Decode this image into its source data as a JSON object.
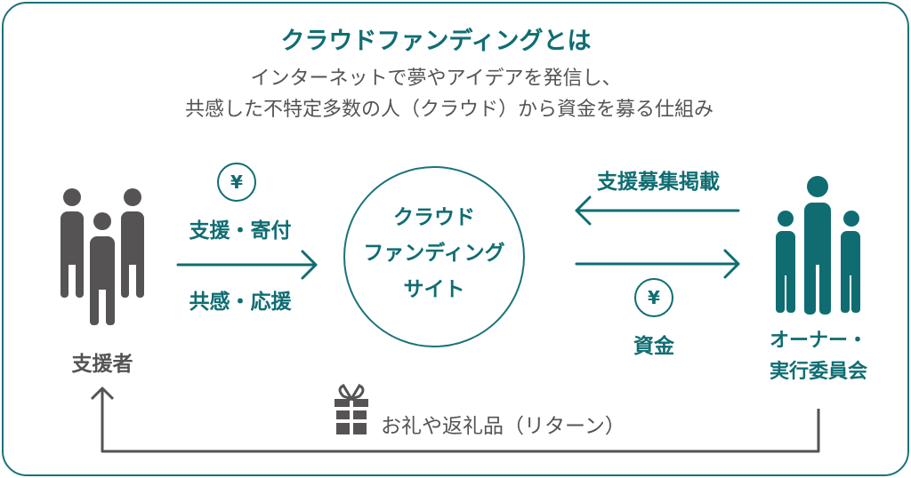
{
  "title": "クラウドファンディングとは",
  "subtitle_lines": [
    "インターネットで夢やアイデアを発信し、",
    "共感した不特定多数の人（クラウド）から資金を募る仕組み"
  ],
  "supporters": {
    "label": "支援者",
    "flow_top": "支援・寄付",
    "flow_bottom": "共感・応援",
    "currency_icon": "¥"
  },
  "site": {
    "lines": [
      "クラウド",
      "ファンディング",
      "サイト"
    ]
  },
  "owner": {
    "label_lines": [
      "オーナー・",
      "実行委員会"
    ],
    "posting_label": "支援募集掲載",
    "funds_label": "資金",
    "currency_icon": "¥"
  },
  "return": {
    "label": "お礼や返礼品（リターン）",
    "icon": "gift-icon"
  },
  "colors": {
    "teal": "#0f6d72",
    "gray": "#555353"
  }
}
